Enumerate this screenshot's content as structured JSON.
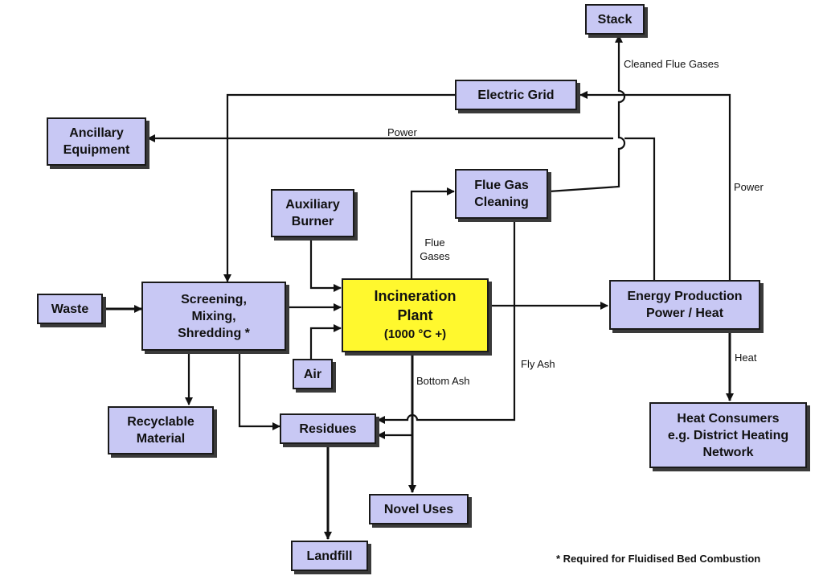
{
  "boxes": {
    "stack": "Stack",
    "electric_grid": "Electric Grid",
    "ancillary_1": "Ancillary",
    "ancillary_2": "Equipment",
    "flue_gas_1": "Flue Gas",
    "flue_gas_2": "Cleaning",
    "auxiliary_1": "Auxiliary",
    "auxiliary_2": "Burner",
    "waste": "Waste",
    "screening_1": "Screening,",
    "screening_2": "Mixing,",
    "screening_3": "Shredding *",
    "incineration_1": "Incineration",
    "incineration_2": "Plant",
    "incineration_3": "(1000 °C +)",
    "energy_1": "Energy Production",
    "energy_2": "Power / Heat",
    "air": "Air",
    "recyclable_1": "Recyclable",
    "recyclable_2": "Material",
    "residues": "Residues",
    "heat_consumers_1": "Heat Consumers",
    "heat_consumers_2": "e.g. District Heating",
    "heat_consumers_3": "Network",
    "novel_uses": "Novel Uses",
    "landfill": "Landfill"
  },
  "labels": {
    "cleaned_flue_gases": "Cleaned Flue Gases",
    "power_top": "Power",
    "power_right": "Power",
    "flue_gases_1": "Flue",
    "flue_gases_2": "Gases",
    "fly_ash": "Fly Ash",
    "bottom_ash": "Bottom Ash",
    "heat": "Heat"
  },
  "footnote": "* Required for Fluidised Bed Combustion",
  "colors": {
    "box_fill": "#c8c8f4",
    "main_fill": "#fff82e",
    "line": "#111111"
  }
}
